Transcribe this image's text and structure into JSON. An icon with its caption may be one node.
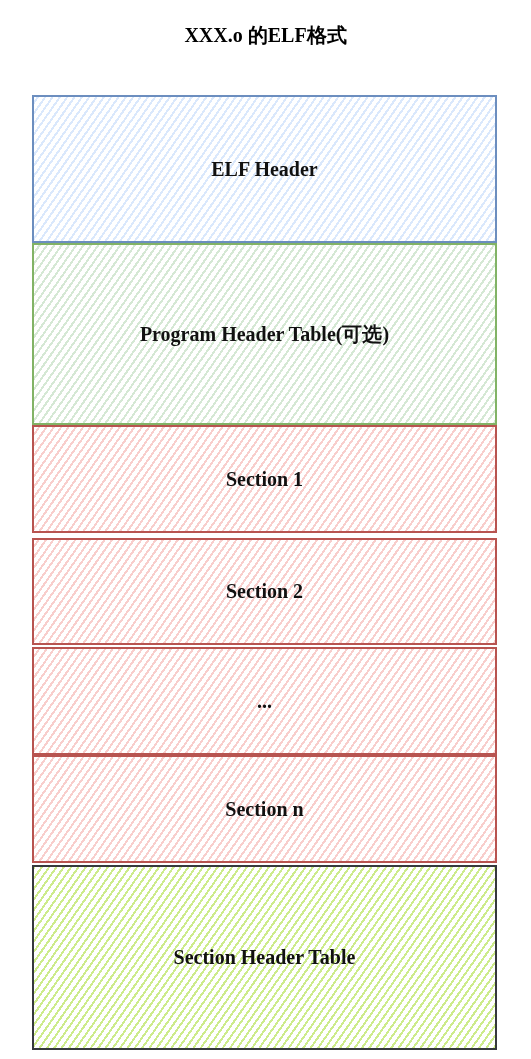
{
  "diagram": {
    "title": "XXX.o 的ELF格式",
    "nodes": [
      {
        "text": [
          "ELF Header"
        ]
      },
      {
        "text": [
          "Program Header Table(可选)"
        ]
      },
      {
        "text": [
          "Section 1"
        ]
      },
      {
        "text": [
          "Section 2"
        ]
      },
      {
        "text": [
          "..."
        ]
      },
      {
        "text": [
          "Section n"
        ]
      },
      {
        "text": [
          "Section Header Table"
        ]
      }
    ]
  }
}
